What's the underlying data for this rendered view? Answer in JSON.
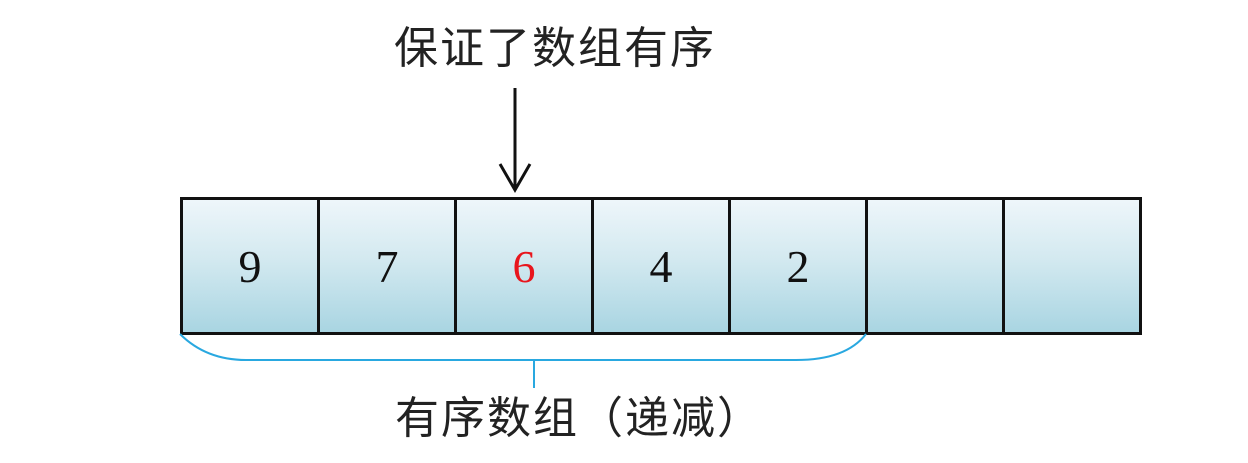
{
  "annotation_top": "保证了数组有序",
  "annotation_bottom": "有序数组（递减）",
  "array": {
    "cells": [
      "9",
      "7",
      "6",
      "4",
      "2",
      "",
      ""
    ],
    "highlight_index": 2,
    "highlight_color": "#e8161d",
    "cell_fill_top": "#eef6fa",
    "cell_fill_bottom": "#a9d5e2"
  },
  "bracket": {
    "spans_cells": [
      0,
      4
    ],
    "color": "#29a8e0"
  }
}
